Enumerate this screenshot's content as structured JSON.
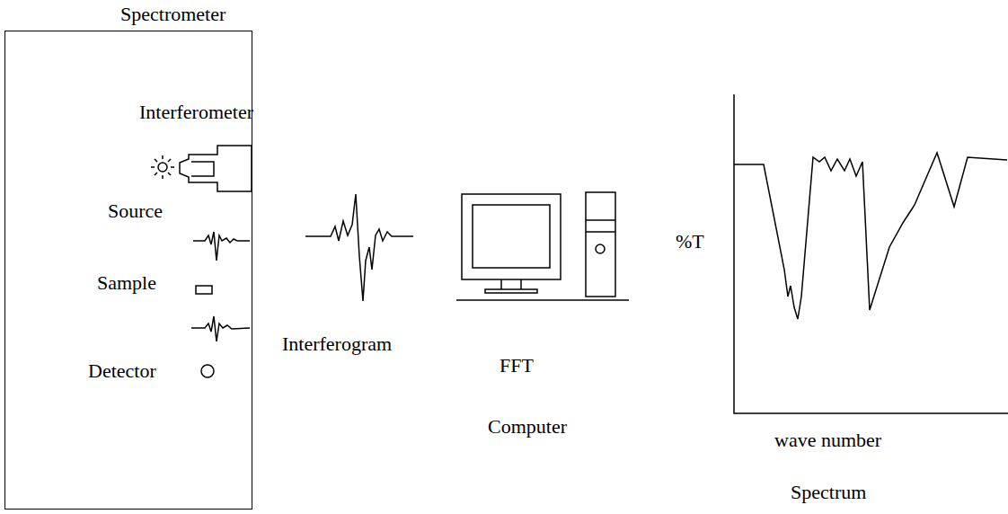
{
  "diagram": {
    "nodes": [
      {
        "text": [
          "Spectrometer"
        ]
      }
    ],
    "labels": [
      "Interferometer",
      "Source",
      "Sample",
      "Detector",
      "Interferogram",
      "FFT",
      "Computer",
      "%T",
      "wave number",
      "Spectrum"
    ]
  }
}
